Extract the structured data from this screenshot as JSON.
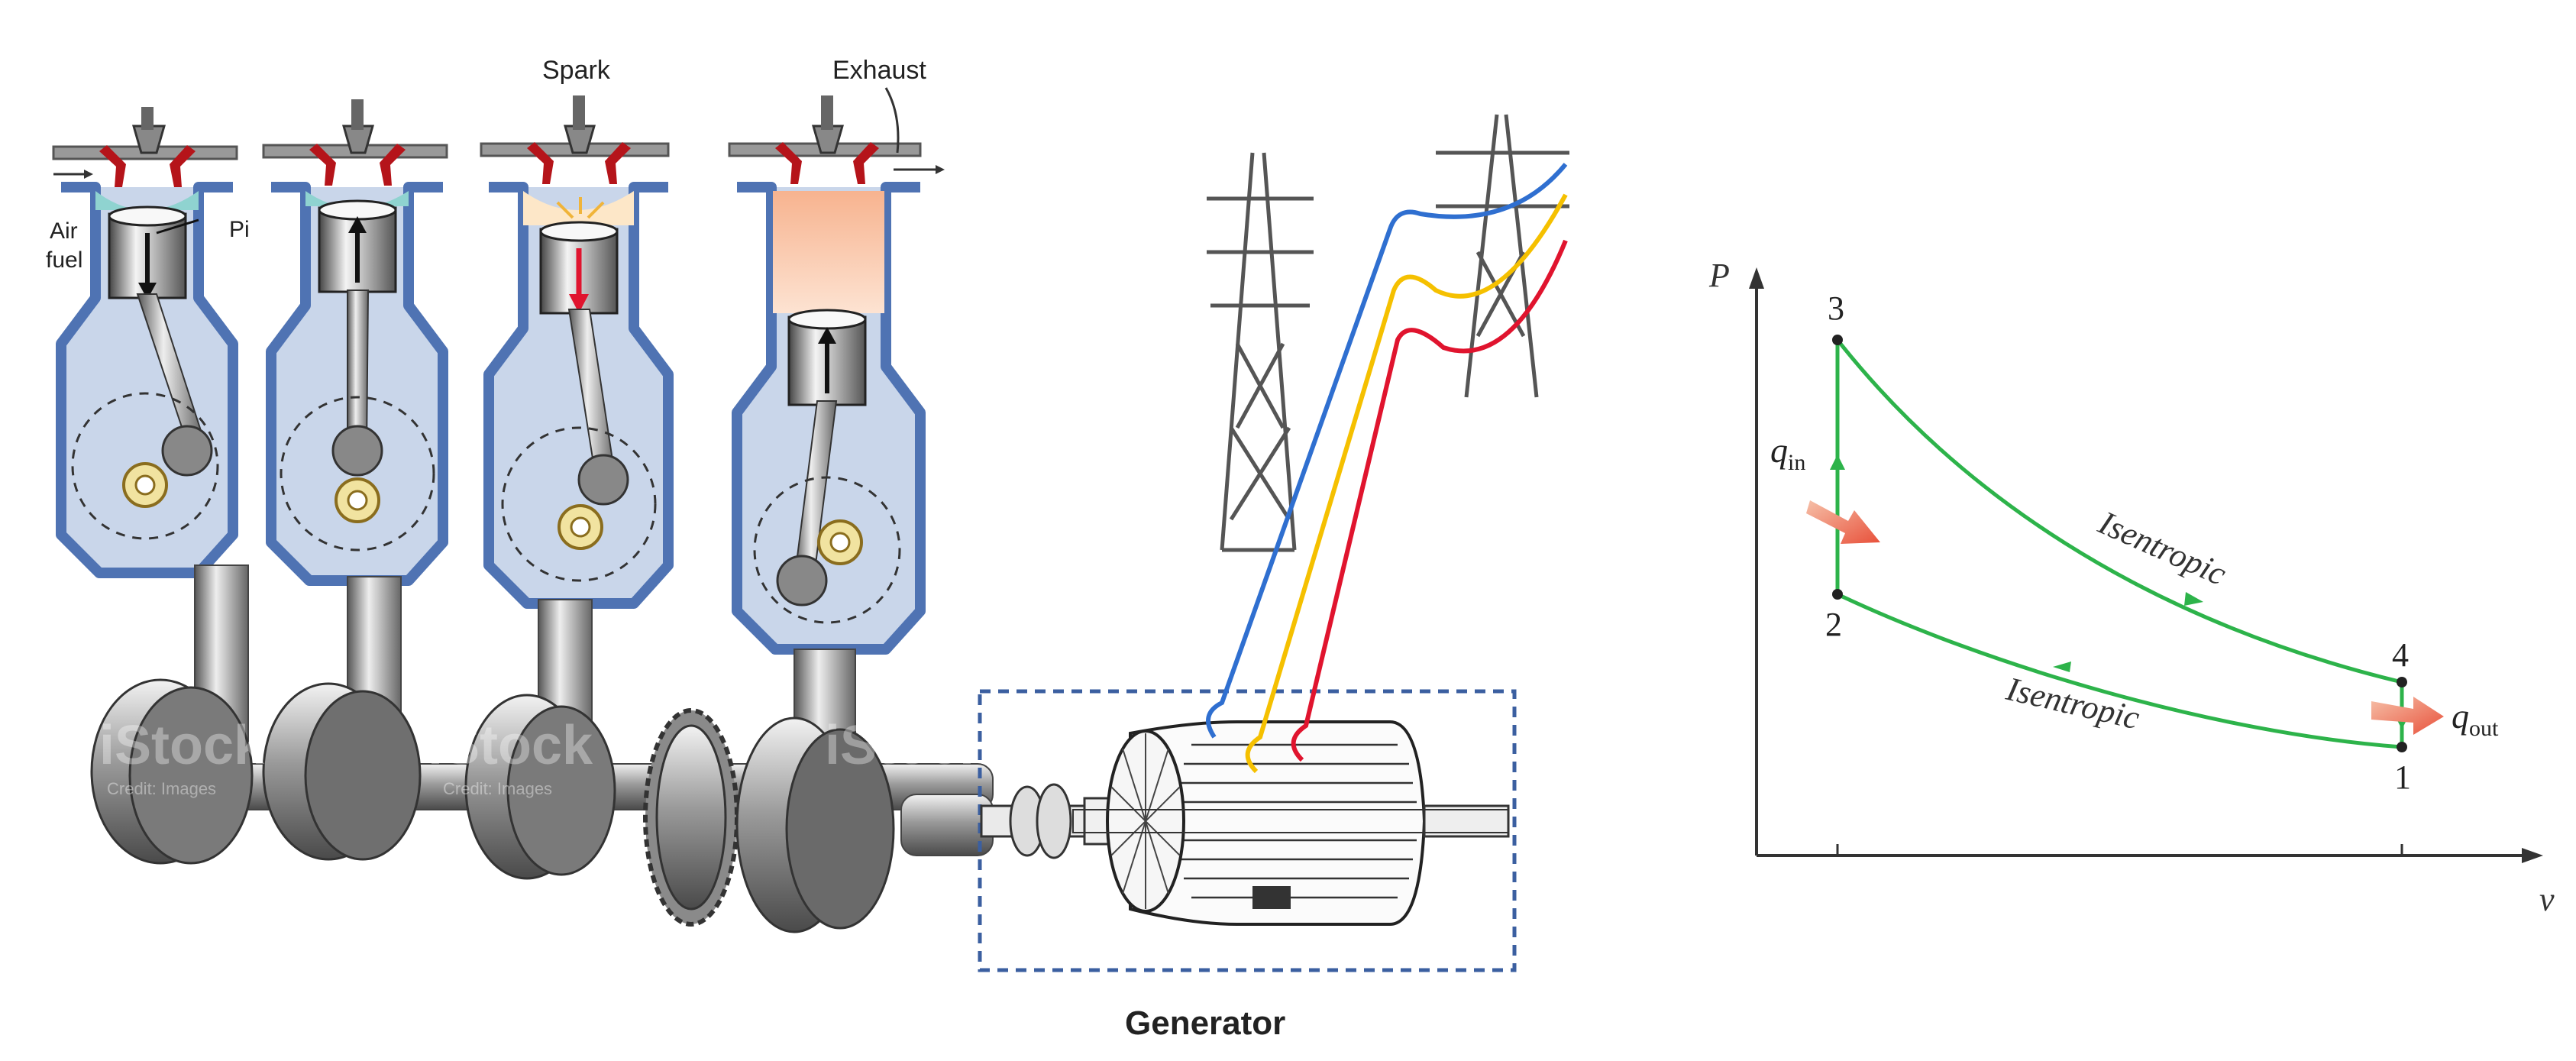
{
  "engine": {
    "labels": {
      "spark": "Spark",
      "exhaust": "Exhaust",
      "air": "Air",
      "fuel": "fuel",
      "piston": "Pi"
    },
    "watermark": "iStock",
    "watermark_sub": "Credit: Images"
  },
  "generator": {
    "label": "Generator"
  },
  "pv_diagram": {
    "axis_y": "P",
    "axis_x": "v",
    "states": [
      "1",
      "2",
      "3",
      "4"
    ],
    "process_upper": "Isentropic",
    "process_lower": "Isentropic",
    "heat_in": "q",
    "heat_in_sub": "in",
    "heat_out": "q",
    "heat_out_sub": "out",
    "colors": {
      "cycle": "#2db34a",
      "arrow": "#e8503a",
      "axis": "#333333"
    }
  }
}
